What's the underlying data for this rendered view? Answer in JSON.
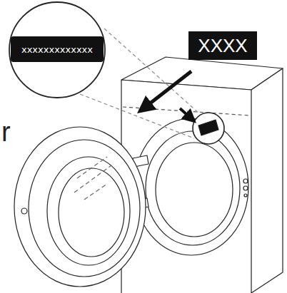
{
  "diagram": {
    "nodes": [
      {
        "text": [
          "xxxxxxxxxxxxx"
        ]
      },
      {
        "text": [
          "XXXX"
        ]
      }
    ],
    "labels": [
      "r"
    ]
  }
}
